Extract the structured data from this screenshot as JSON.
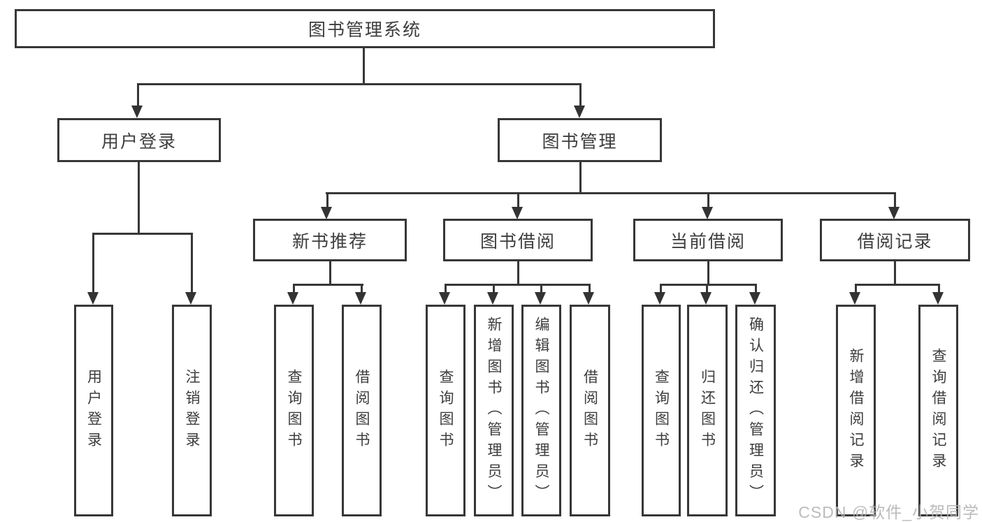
{
  "diagram": {
    "type": "tree",
    "background": "#ffffff",
    "line_color": "#373737",
    "text_color": "#3d3d3d",
    "root": {
      "label": "图书管理系统"
    },
    "user_login": {
      "label": "用户登录",
      "children": [
        {
          "label": "用户登录"
        },
        {
          "label": "注销登录"
        }
      ]
    },
    "book_mgmt": {
      "label": "图书管理",
      "children": [
        {
          "label": "新书推荐",
          "children": [
            {
              "label": "查询图书"
            },
            {
              "label": "借阅图书"
            }
          ]
        },
        {
          "label": "图书借阅",
          "children": [
            {
              "label": "查询图书"
            },
            {
              "label": "新增图书（管理员）"
            },
            {
              "label": "编辑图书（管理员）"
            },
            {
              "label": "借阅图书"
            }
          ]
        },
        {
          "label": "当前借阅",
          "children": [
            {
              "label": "查询图书"
            },
            {
              "label": "归还图书"
            },
            {
              "label": "确认归还（管理员）"
            }
          ]
        },
        {
          "label": "借阅记录",
          "children": [
            {
              "label": "新增借阅记录"
            },
            {
              "label": "查询借阅记录"
            }
          ]
        }
      ]
    },
    "watermark": "CSDN @软件_小贺同学"
  }
}
